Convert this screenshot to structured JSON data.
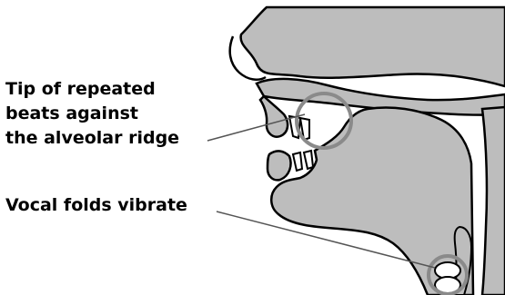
{
  "labels": {
    "tongue_tip": [
      "Tip of repeated",
      "beats against",
      "the alveolar ridge"
    ],
    "vocal_folds": "Vocal folds vibrate"
  },
  "colors": {
    "tissue": "#bdbdbd",
    "outline": "#000000",
    "highlight_circle": "#8a8a8a",
    "pointer_line": "#555555",
    "background": "#ffffff"
  }
}
